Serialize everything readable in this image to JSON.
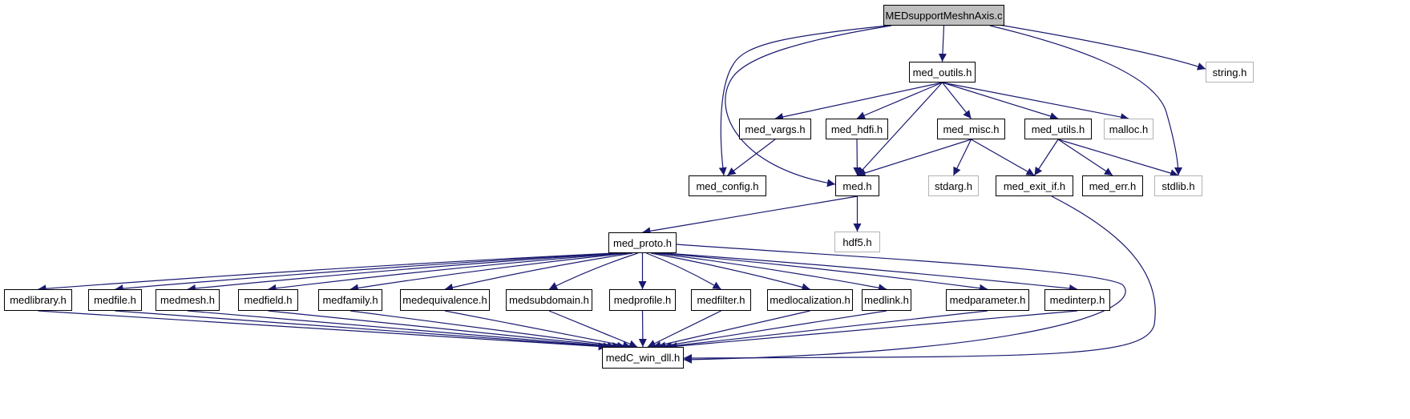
{
  "colors": {
    "edge": "#191970",
    "root_fill": "#bfbfbf",
    "system_border": "#b3b3b3"
  },
  "nodes": [
    {
      "id": "root",
      "label": "MEDsupportMeshnAxis.c",
      "kind": "root"
    },
    {
      "id": "med_outils",
      "label": "med_outils.h",
      "kind": "local"
    },
    {
      "id": "string",
      "label": "string.h",
      "kind": "system"
    },
    {
      "id": "med_vargs",
      "label": "med_vargs.h",
      "kind": "local"
    },
    {
      "id": "med_hdfi",
      "label": "med_hdfi.h",
      "kind": "local"
    },
    {
      "id": "med_misc",
      "label": "med_misc.h",
      "kind": "local"
    },
    {
      "id": "med_utils",
      "label": "med_utils.h",
      "kind": "local"
    },
    {
      "id": "malloc",
      "label": "malloc.h",
      "kind": "system"
    },
    {
      "id": "med_config",
      "label": "med_config.h",
      "kind": "local"
    },
    {
      "id": "med",
      "label": "med.h",
      "kind": "local"
    },
    {
      "id": "stdarg",
      "label": "stdarg.h",
      "kind": "system"
    },
    {
      "id": "med_exit_if",
      "label": "med_exit_if.h",
      "kind": "local"
    },
    {
      "id": "med_err",
      "label": "med_err.h",
      "kind": "local"
    },
    {
      "id": "stdlib",
      "label": "stdlib.h",
      "kind": "system"
    },
    {
      "id": "hdf5",
      "label": "hdf5.h",
      "kind": "system"
    },
    {
      "id": "med_proto",
      "label": "med_proto.h",
      "kind": "local"
    },
    {
      "id": "medlibrary",
      "label": "medlibrary.h",
      "kind": "local"
    },
    {
      "id": "medfile",
      "label": "medfile.h",
      "kind": "local"
    },
    {
      "id": "medmesh",
      "label": "medmesh.h",
      "kind": "local"
    },
    {
      "id": "medfield",
      "label": "medfield.h",
      "kind": "local"
    },
    {
      "id": "medfamily",
      "label": "medfamily.h",
      "kind": "local"
    },
    {
      "id": "medequivalence",
      "label": "medequivalence.h",
      "kind": "local"
    },
    {
      "id": "medsubdomain",
      "label": "medsubdomain.h",
      "kind": "local"
    },
    {
      "id": "medprofile",
      "label": "medprofile.h",
      "kind": "local"
    },
    {
      "id": "medfilter",
      "label": "medfilter.h",
      "kind": "local"
    },
    {
      "id": "medlocalization",
      "label": "medlocalization.h",
      "kind": "local"
    },
    {
      "id": "medlink",
      "label": "medlink.h",
      "kind": "local"
    },
    {
      "id": "medparameter",
      "label": "medparameter.h",
      "kind": "local"
    },
    {
      "id": "medinterp",
      "label": "medinterp.h",
      "kind": "local"
    },
    {
      "id": "medC_win_dll",
      "label": "medC_win_dll.h",
      "kind": "local"
    }
  ],
  "edges": [
    [
      "root",
      "med_outils"
    ],
    [
      "root",
      "string"
    ],
    [
      "root",
      "med_config"
    ],
    [
      "root",
      "med"
    ],
    [
      "root",
      "stdlib"
    ],
    [
      "med_outils",
      "med_vargs"
    ],
    [
      "med_outils",
      "med_hdfi"
    ],
    [
      "med_outils",
      "med_misc"
    ],
    [
      "med_outils",
      "med_utils"
    ],
    [
      "med_outils",
      "malloc"
    ],
    [
      "med_outils",
      "med"
    ],
    [
      "med_vargs",
      "med_config"
    ],
    [
      "med_hdfi",
      "med"
    ],
    [
      "med_misc",
      "med"
    ],
    [
      "med_misc",
      "stdarg"
    ],
    [
      "med_misc",
      "med_exit_if"
    ],
    [
      "med_utils",
      "med_exit_if"
    ],
    [
      "med_utils",
      "med_err"
    ],
    [
      "med_utils",
      "stdlib"
    ],
    [
      "med",
      "med_proto"
    ],
    [
      "med",
      "hdf5"
    ],
    [
      "med_exit_if",
      "medC_win_dll"
    ],
    [
      "med_proto",
      "medlibrary"
    ],
    [
      "med_proto",
      "medfile"
    ],
    [
      "med_proto",
      "medmesh"
    ],
    [
      "med_proto",
      "medfield"
    ],
    [
      "med_proto",
      "medfamily"
    ],
    [
      "med_proto",
      "medequivalence"
    ],
    [
      "med_proto",
      "medsubdomain"
    ],
    [
      "med_proto",
      "medprofile"
    ],
    [
      "med_proto",
      "medfilter"
    ],
    [
      "med_proto",
      "medlocalization"
    ],
    [
      "med_proto",
      "medlink"
    ],
    [
      "med_proto",
      "medparameter"
    ],
    [
      "med_proto",
      "medinterp"
    ],
    [
      "med_proto",
      "medC_win_dll"
    ],
    [
      "medlibrary",
      "medC_win_dll"
    ],
    [
      "medfile",
      "medC_win_dll"
    ],
    [
      "medmesh",
      "medC_win_dll"
    ],
    [
      "medfield",
      "medC_win_dll"
    ],
    [
      "medfamily",
      "medC_win_dll"
    ],
    [
      "medequivalence",
      "medC_win_dll"
    ],
    [
      "medsubdomain",
      "medC_win_dll"
    ],
    [
      "medprofile",
      "medC_win_dll"
    ],
    [
      "medfilter",
      "medC_win_dll"
    ],
    [
      "medlocalization",
      "medC_win_dll"
    ],
    [
      "medlink",
      "medC_win_dll"
    ],
    [
      "medparameter",
      "medC_win_dll"
    ],
    [
      "medinterp",
      "medC_win_dll"
    ]
  ]
}
